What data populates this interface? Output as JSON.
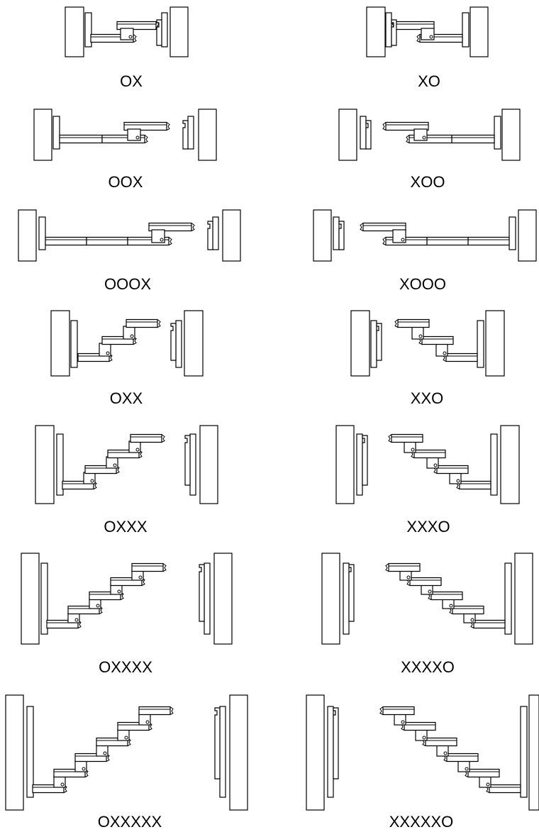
{
  "figure": {
    "rows": [
      {
        "left": "OX",
        "right": "XO"
      },
      {
        "left": "OOX",
        "right": "XOO"
      },
      {
        "left": "OOOX",
        "right": "XOOO"
      },
      {
        "left": "OXX",
        "right": "XXO"
      },
      {
        "left": "OXXX",
        "right": "XXXO"
      },
      {
        "left": "OXXXX",
        "right": "XXXXO"
      },
      {
        "left": "OXXXXX",
        "right": "XXXXXO"
      }
    ]
  }
}
